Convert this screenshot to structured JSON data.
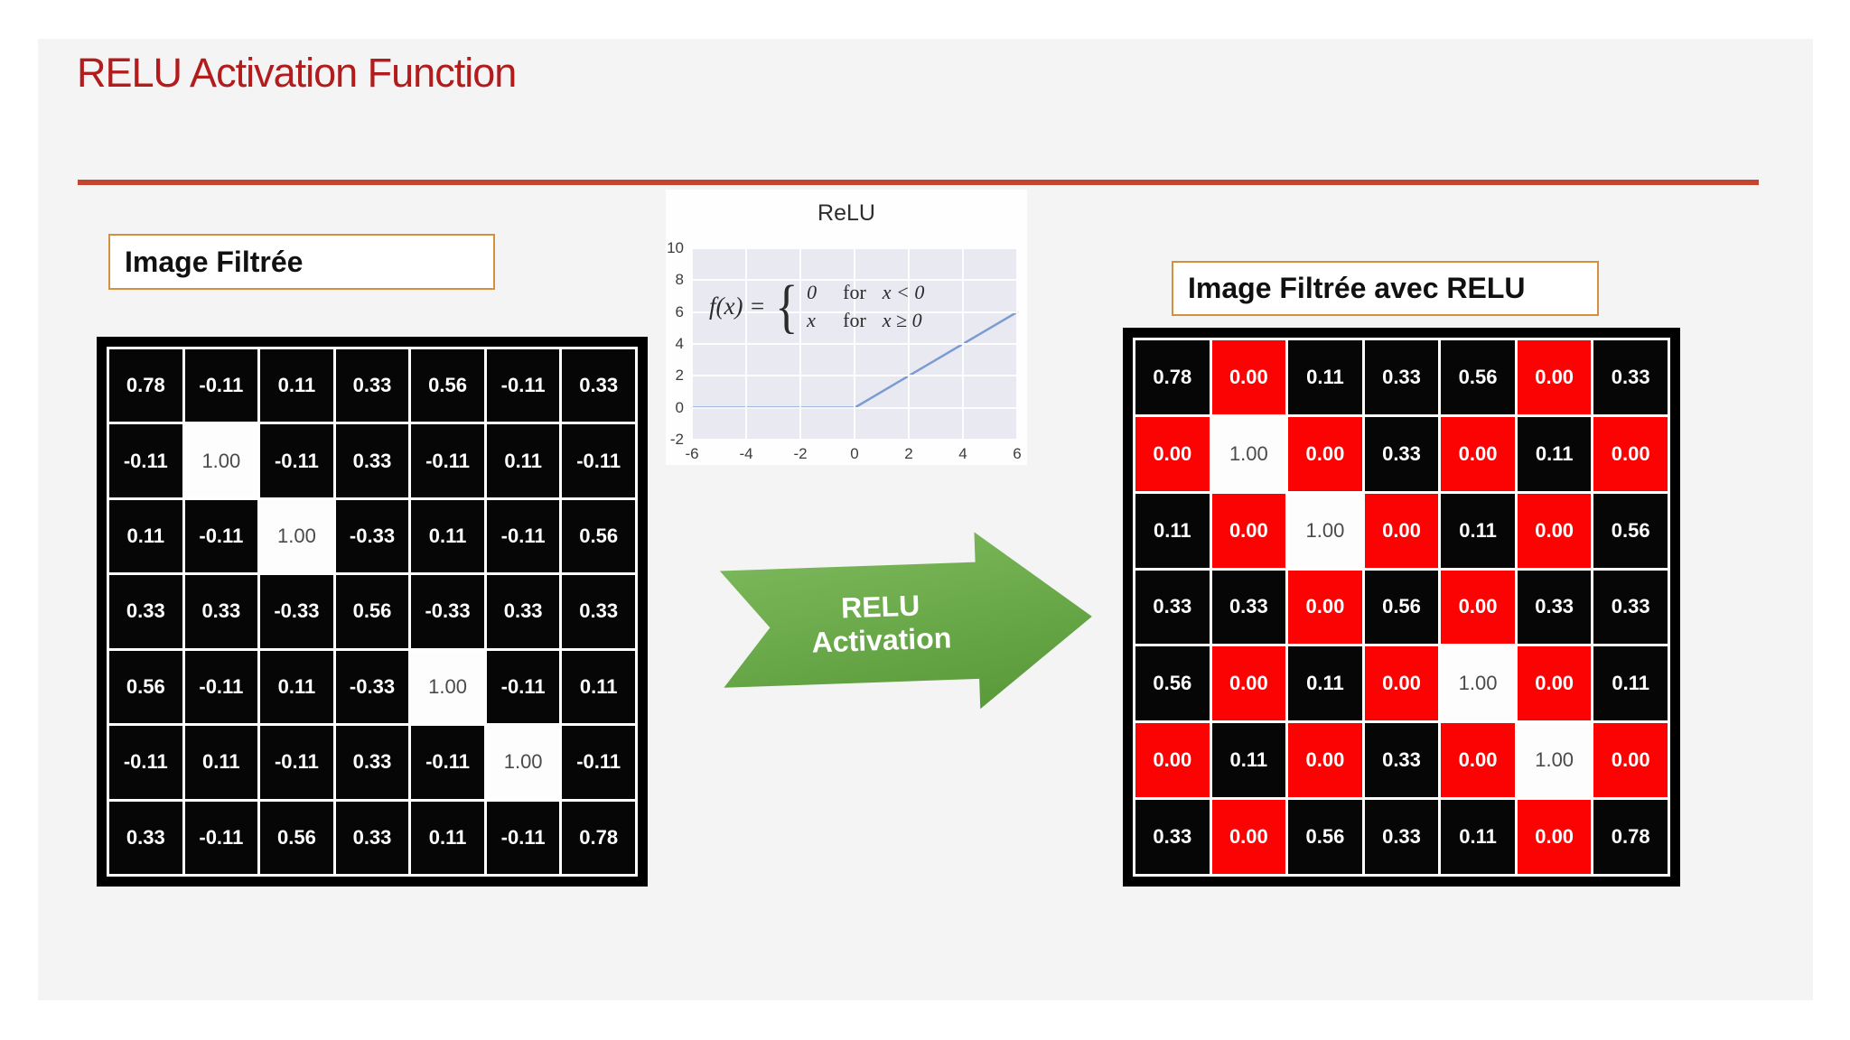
{
  "slide": {
    "title": "RELU Activation Function"
  },
  "labels": {
    "left_box": "Image Filtrée",
    "right_box": "Image Filtrée avec RELU",
    "arrow": "RELU Activation"
  },
  "formula": {
    "lhs": "f(x) =",
    "brace": "{",
    "rows": [
      {
        "value": "0",
        "kw": "for",
        "cond": "x < 0"
      },
      {
        "value": "x",
        "kw": "for",
        "cond": "x ≥ 0"
      }
    ]
  },
  "left_matrix": {
    "rows": [
      [
        "0.78",
        "-0.11",
        "0.11",
        "0.33",
        "0.56",
        "-0.11",
        "0.33"
      ],
      [
        "-0.11",
        "1.00",
        "-0.11",
        "0.33",
        "-0.11",
        "0.11",
        "-0.11"
      ],
      [
        "0.11",
        "-0.11",
        "1.00",
        "-0.33",
        "0.11",
        "-0.11",
        "0.56"
      ],
      [
        "0.33",
        "0.33",
        "-0.33",
        "0.56",
        "-0.33",
        "0.33",
        "0.33"
      ],
      [
        "0.56",
        "-0.11",
        "0.11",
        "-0.33",
        "1.00",
        "-0.11",
        "0.11"
      ],
      [
        "-0.11",
        "0.11",
        "-0.11",
        "0.33",
        "-0.11",
        "1.00",
        "-0.11"
      ],
      [
        "0.33",
        "-0.11",
        "0.56",
        "0.33",
        "0.11",
        "-0.11",
        "0.78"
      ]
    ]
  },
  "right_matrix": {
    "rows": [
      [
        "0.78",
        "0.00",
        "0.11",
        "0.33",
        "0.56",
        "0.00",
        "0.33"
      ],
      [
        "0.00",
        "1.00",
        "0.00",
        "0.33",
        "0.00",
        "0.11",
        "0.00"
      ],
      [
        "0.11",
        "0.00",
        "1.00",
        "0.00",
        "0.11",
        "0.00",
        "0.56"
      ],
      [
        "0.33",
        "0.33",
        "0.00",
        "0.56",
        "0.00",
        "0.33",
        "0.33"
      ],
      [
        "0.56",
        "0.00",
        "0.11",
        "0.00",
        "1.00",
        "0.00",
        "0.11"
      ],
      [
        "0.00",
        "0.11",
        "0.00",
        "0.33",
        "0.00",
        "1.00",
        "0.00"
      ],
      [
        "0.33",
        "0.00",
        "0.56",
        "0.33",
        "0.11",
        "0.00",
        "0.78"
      ]
    ]
  },
  "chart_data": {
    "type": "line",
    "title": "ReLU",
    "x": [
      -6,
      0,
      6
    ],
    "y": [
      0,
      0,
      6
    ],
    "xlim": [
      -6,
      6
    ],
    "ylim": [
      -2,
      10
    ],
    "xticks": [
      -6,
      -4,
      -2,
      0,
      2,
      4,
      6
    ],
    "yticks": [
      10,
      8,
      6,
      4,
      2,
      0,
      -2
    ],
    "grid": true,
    "legend_position": "none",
    "annotation": "f(x) = { 0 for x < 0 ; x for x ≥ 0 }",
    "line_color": "#7b9bd2",
    "plot_bg": "#e9e9f2"
  },
  "colors": {
    "title": "#b21c1c",
    "divider": "#c5442f",
    "slide_bg": "#f5f4f4",
    "label_border": "#d3913f",
    "cell_black": "#060606",
    "cell_red": "#fb0303",
    "cell_white": "#fdfdfd",
    "cell_text_light": "#ffffff",
    "cell_text_dark": "#4a4a4a",
    "grid_frame": "#000000",
    "grid_line": "#ffffff",
    "plot_bg": "#e9e9f2",
    "line_color": "#7b9bd2",
    "arrow_green_top": "#7fbb5e",
    "arrow_green_bottom": "#569737",
    "arrow_text": "#ffffff"
  }
}
